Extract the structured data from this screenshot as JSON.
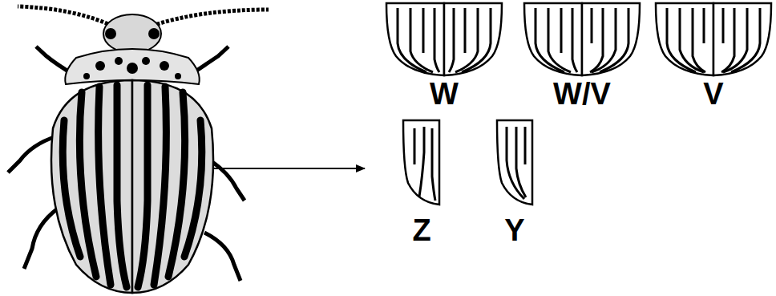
{
  "diagram": {
    "labels": [
      "W",
      "W/V",
      "V",
      "Z",
      "Y"
    ]
  }
}
